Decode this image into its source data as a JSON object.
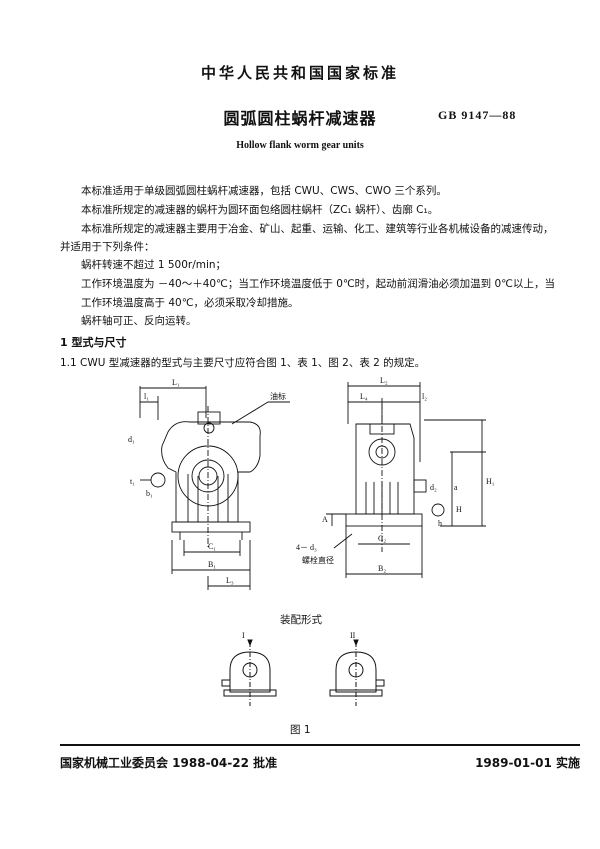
{
  "header": {
    "org": "中华人民共和国国家标准",
    "title": "圆弧圆柱蜗杆减速器",
    "std_no": "GB 9147—88",
    "title_en": "Hollow flank worm gear units"
  },
  "intro": [
    "本标准适用于单级圆弧圆柱蜗杆减速器，包括 CWU、CWS、CWO 三个系列。",
    "本标准所规定的减速器的蜗杆为圆环面包络圆柱蜗杆（ZC₁ 蜗杆）、齿廓 C₁。",
    "本标准所规定的减速器主要用于冶金、矿山、起重、运输、化工、建筑等行业各机械设备的减速传动，",
    "并适用于下列条件：",
    "蜗杆转速不超过 1 500r/min；",
    "工作环境温度为 －40～＋40℃；当工作环境温度低于 0℃时，起动前润滑油必须加温到 0℃以上，当",
    "工作环境温度高于 40℃，必须采取冷却措施。",
    "蜗杆轴可正、反向运转。"
  ],
  "section1": {
    "title": "1   型式与尺寸"
  },
  "clause11": "1.1   CWU 型减速器的型式与主要尺寸应符合图 1、表 1、图 2、表 2 的规定。",
  "figure": {
    "labels_left": {
      "L1": "L₁",
      "l1": "l₁",
      "oil": "油标",
      "d1": "d₁",
      "t1": "t₁",
      "b1": "b₁",
      "C1": "C₁",
      "B1": "B₁",
      "L3": "L₃"
    },
    "labels_right": {
      "L2": "L₂",
      "L4": "L₄",
      "l2": "l₂",
      "a": "a",
      "H1": "H₁",
      "d2": "d₂",
      "H": "H",
      "h": "h",
      "A": "A",
      "bolt": "4－ d₃",
      "bolt_note": "螺栓直径",
      "C2": "C₂",
      "B2": "B₂"
    },
    "assembly_caption": "装配形式",
    "form_I": "I",
    "form_II": "II",
    "caption": "图 1"
  },
  "footer": {
    "approved": "国家机械工业委员会 1988-04-22 批准",
    "implement": "1989-01-01 实施"
  }
}
